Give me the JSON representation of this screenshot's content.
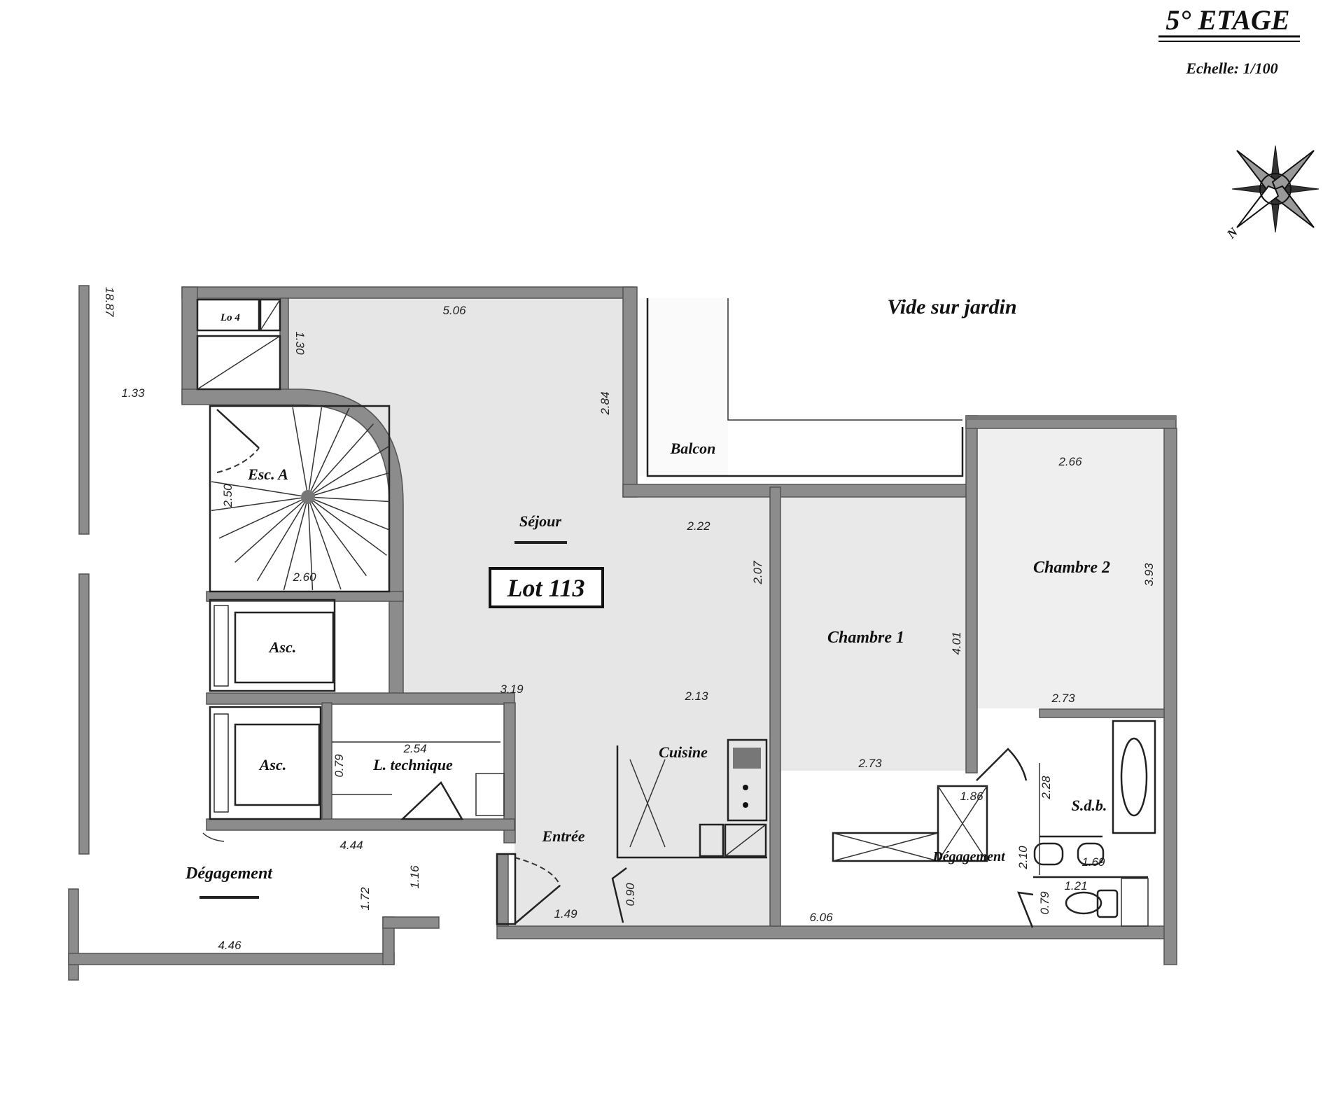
{
  "header": {
    "title": "5° ETAGE",
    "scale": "Echelle: 1/100"
  },
  "compass": {
    "icon": "compass-rose-icon",
    "north_label": "N"
  },
  "outside": {
    "garden": "Vide sur jardin"
  },
  "lot": {
    "label": "Lot 113"
  },
  "rooms": {
    "sejour": "Séjour",
    "balcon": "Balcon",
    "escalier": "Esc. A",
    "asc1": "Asc.",
    "asc2": "Asc.",
    "technique": "L. technique",
    "cuisine": "Cuisine",
    "entree": "Entrée",
    "degagement": "Dégagement",
    "degagement2": "Dégagement",
    "chambre1": "Chambre 1",
    "chambre2": "Chambre 2",
    "sdb": "S.d.b.",
    "local": "Lo 4"
  },
  "dimensions": {
    "d_18_87": "18.87",
    "d_1_33": "1.33",
    "d_5_06": "5.06",
    "d_1_30": "1.30",
    "d_2_84": "2.84",
    "d_2_50": "2.50",
    "d_2_60": "2.60",
    "d_2_22": "2.22",
    "d_2_07": "2.07",
    "d_2_66": "2.66",
    "d_3_93": "3.93",
    "d_4_01": "4.01",
    "d_2_73a": "2.73",
    "d_3_19": "3.19",
    "d_2_13": "2.13",
    "d_2_54": "2.54",
    "d_0_79a": "0.79",
    "d_2_73b": "2.73",
    "d_1_86": "1.86",
    "d_4_44": "4.44",
    "d_1_16": "1.16",
    "d_1_72": "1.72",
    "d_0_90": "0.90",
    "d_1_49": "1.49",
    "d_6_06": "6.06",
    "d_4_46": "4.46",
    "d_2_28": "2.28",
    "d_2_10": "2.10",
    "d_1_69": "1.69",
    "d_1_21": "1.21",
    "d_0_79b": "0.79"
  }
}
